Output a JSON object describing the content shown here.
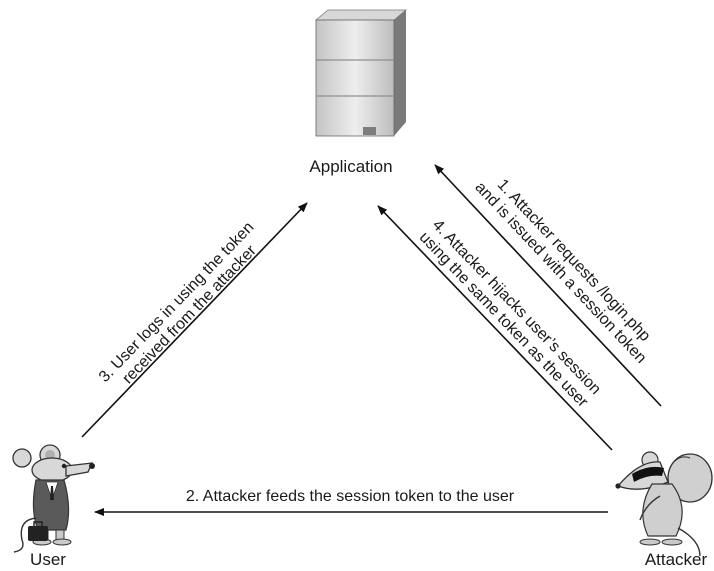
{
  "nodes": {
    "application": {
      "label": "Application"
    },
    "user": {
      "label": "User"
    },
    "attacker": {
      "label": "Attacker"
    }
  },
  "steps": [
    {
      "lines": [
        "1. Attacker requests /login.php",
        "and is issued with a session token"
      ]
    },
    {
      "lines": [
        "2. Attacker feeds the session token to the user"
      ]
    },
    {
      "lines": [
        "3. User logs in using the token",
        "received from the attacker"
      ]
    },
    {
      "lines": [
        "4. Attacker hijacks user’s session",
        "using the same token as the user"
      ]
    }
  ],
  "colors": {
    "server_light": "#e6e6e6",
    "server_mid": "#c8c8c8",
    "server_dark": "#8a8a8a",
    "line": "#111111"
  }
}
